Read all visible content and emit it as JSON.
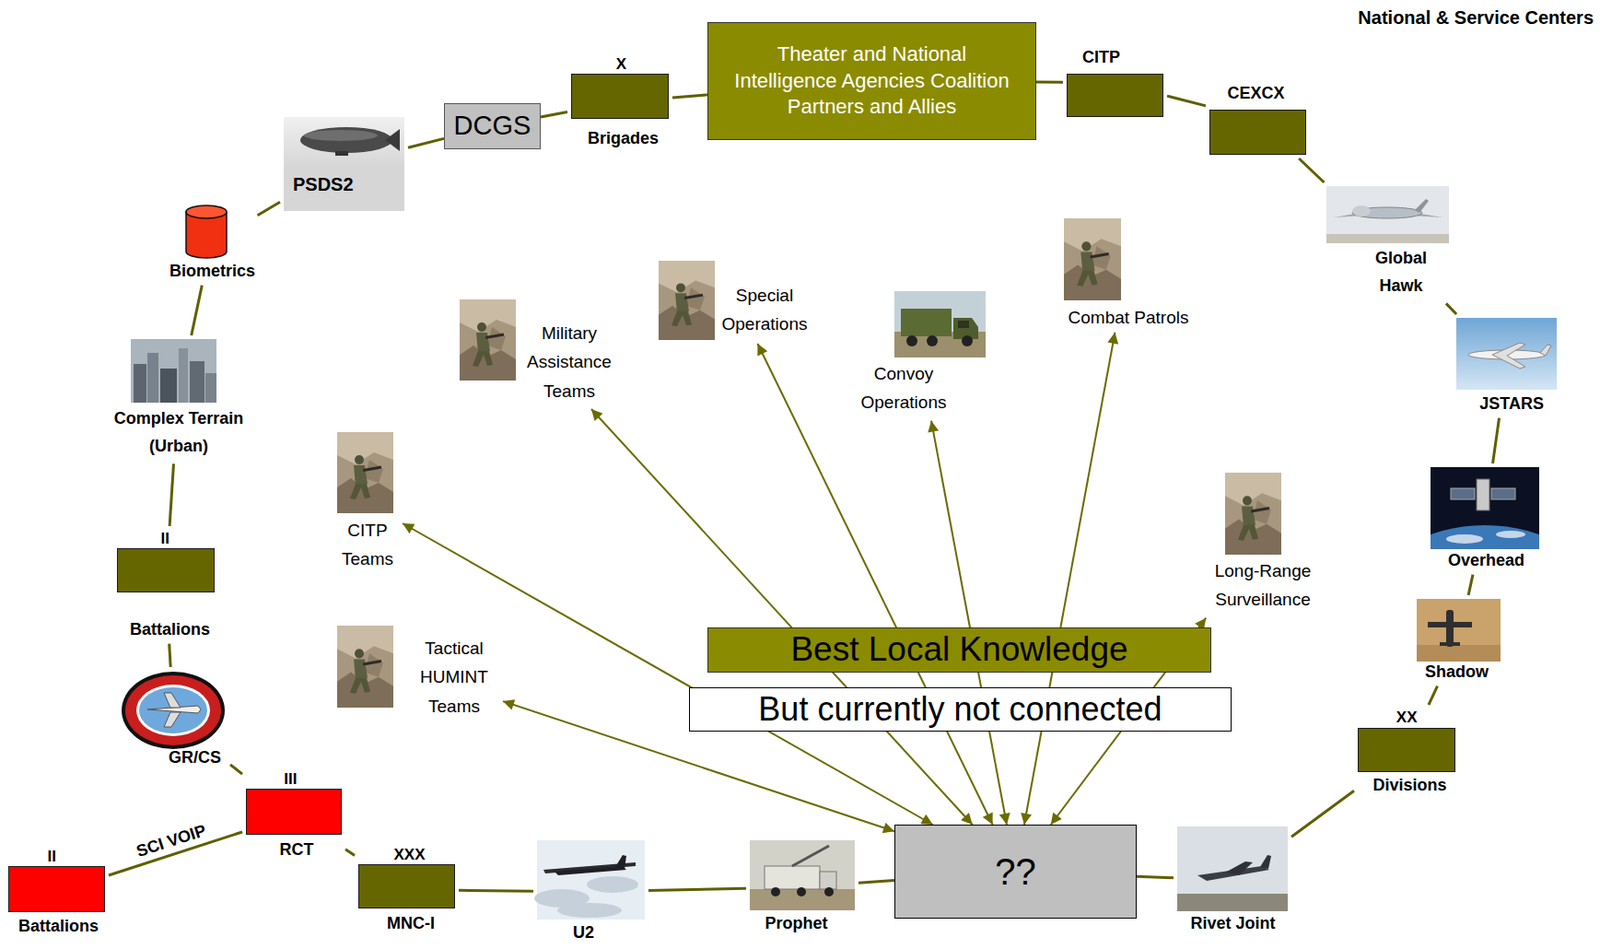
{
  "diagram": {
    "nodes": [
      {
        "text": [
          "X",
          "Brigades"
        ]
      },
      {
        "text": [
          "Theater and National Intelligence Agencies Coalition Partners and Allies"
        ]
      },
      {
        "text": [
          "CITP"
        ]
      },
      {
        "text": [
          "CEXCX"
        ]
      },
      {
        "text": [
          "DCGS"
        ]
      },
      {
        "text": [
          "PSDS2"
        ]
      },
      {
        "text": [
          "Global Hawk"
        ]
      },
      {
        "text": [
          "Biometrics"
        ]
      },
      {
        "text": [
          "Special Operations"
        ]
      },
      {
        "text": [
          "Combat Patrols"
        ]
      },
      {
        "text": [
          "Military Assistance Teams"
        ]
      },
      {
        "text": [
          "Convoy Operations"
        ]
      },
      {
        "text": [
          "JSTARS"
        ]
      },
      {
        "text": [
          "Complex Terrain (Urban)"
        ]
      },
      {
        "text": [
          "CITP Teams"
        ]
      },
      {
        "text": [
          "Overhead"
        ]
      },
      {
        "text": [
          "Long-Range Surveillance"
        ]
      },
      {
        "text": [
          "II",
          "Battalions"
        ]
      },
      {
        "text": [
          "Tactical HUMINT Teams"
        ]
      },
      {
        "text": [
          "Best Local Knowledge"
        ]
      },
      {
        "text": [
          "But currently not connected"
        ]
      },
      {
        "text": [
          "Shadow"
        ]
      },
      {
        "text": [
          "GR/CS"
        ]
      },
      {
        "text": [
          "XX",
          "Divisions"
        ]
      },
      {
        "text": [
          "III",
          "RCT"
        ]
      },
      {
        "text": [
          "II",
          "Battalions"
        ]
      },
      {
        "text": [
          "XXX",
          "MNC-I"
        ]
      },
      {
        "text": [
          "U2"
        ]
      },
      {
        "text": [
          "Prophet"
        ]
      },
      {
        "text": [
          "??"
        ]
      },
      {
        "text": [
          "Rivet Joint"
        ]
      }
    ],
    "edges": [
      {
        "from": 25,
        "to": 24,
        "arrow": "none",
        "label": "SCI VOIP"
      },
      {
        "from": 24,
        "to": 26,
        "arrow": "none"
      },
      {
        "from": 26,
        "to": 27,
        "arrow": "none"
      },
      {
        "from": 27,
        "to": 28,
        "arrow": "none"
      },
      {
        "from": 28,
        "to": 29,
        "arrow": "none"
      },
      {
        "from": 29,
        "to": 30,
        "arrow": "none"
      },
      {
        "from": 30,
        "to": 23,
        "arrow": "none"
      },
      {
        "from": 23,
        "to": 21,
        "arrow": "none"
      },
      {
        "from": 21,
        "to": 15,
        "arrow": "none"
      },
      {
        "from": 15,
        "to": 12,
        "arrow": "none"
      },
      {
        "from": 12,
        "to": 6,
        "arrow": "none"
      },
      {
        "from": 6,
        "to": 3,
        "arrow": "none"
      },
      {
        "from": 3,
        "to": 2,
        "arrow": "none"
      },
      {
        "from": 2,
        "to": 1,
        "arrow": "none"
      },
      {
        "from": 1,
        "to": 0,
        "arrow": "none"
      },
      {
        "from": 0,
        "to": 4,
        "arrow": "none"
      },
      {
        "from": 4,
        "to": 5,
        "arrow": "none"
      },
      {
        "from": 5,
        "to": 7,
        "arrow": "none"
      },
      {
        "from": 7,
        "to": 13,
        "arrow": "none"
      },
      {
        "from": 13,
        "to": 17,
        "arrow": "none"
      },
      {
        "from": 17,
        "to": 22,
        "arrow": "none"
      },
      {
        "from": 22,
        "to": 24,
        "arrow": "none"
      },
      {
        "from": 29,
        "to": 14,
        "arrow": "both"
      },
      {
        "from": 29,
        "to": 10,
        "arrow": "both"
      },
      {
        "from": 29,
        "to": 8,
        "arrow": "both"
      },
      {
        "from": 29,
        "to": 11,
        "arrow": "both"
      },
      {
        "from": 29,
        "to": 9,
        "arrow": "both"
      },
      {
        "from": 29,
        "to": 16,
        "arrow": "both"
      },
      {
        "from": 29,
        "to": 18,
        "arrow": "both"
      }
    ],
    "labels": [
      "National & Service Centers"
    ]
  }
}
